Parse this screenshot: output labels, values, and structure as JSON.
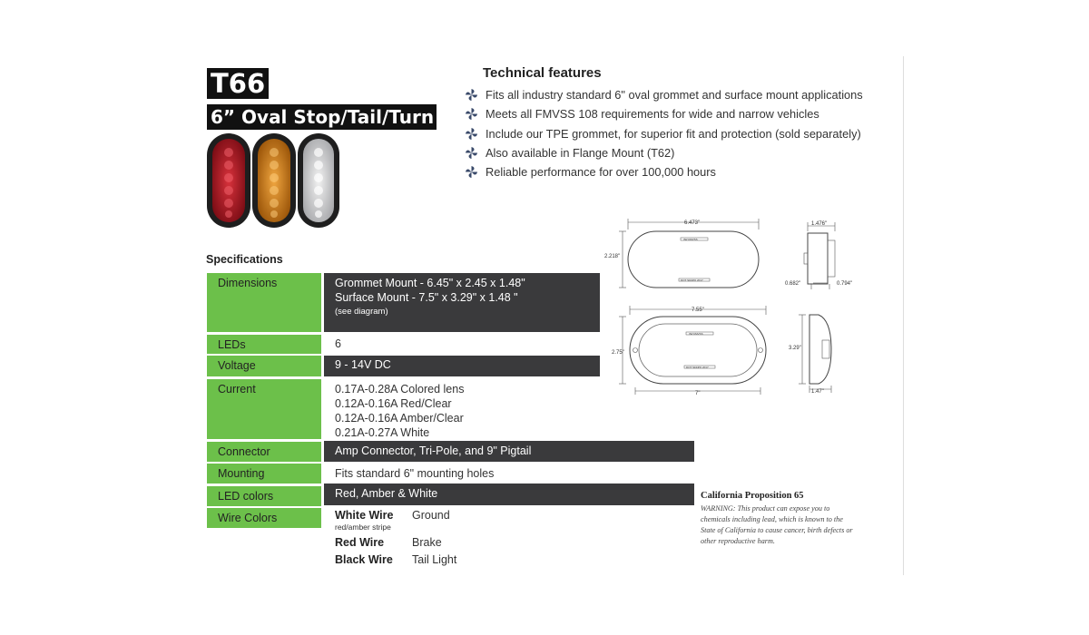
{
  "header": {
    "model": "T66",
    "product": "6” Oval Stop/Tail/Turn"
  },
  "technical_features": {
    "title": "Technical features",
    "icon": "pinwheel-bullet-icon",
    "items": [
      "Fits all industry standard 6\" oval grommet and surface mount applications",
      "Meets all FMVSS 108 requirements for wide and narrow vehicles",
      "Include our TPE grommet, for superior fit and protection (sold separately)",
      "Also available in Flange Mount (T62)",
      "Reliable performance for over 100,000 hours"
    ]
  },
  "specifications": {
    "title": "Specifications",
    "dimensions": {
      "label": "Dimensions",
      "line1": "Grommet Mount - 6.45\" x 2.45 x 1.48\"",
      "line2": "Surface Mount - 7.5\" x 3.29\" x 1.48 \"",
      "note": "(see diagram)"
    },
    "leds": {
      "label": "LEDs",
      "value": "6"
    },
    "voltage": {
      "label": "Voltage",
      "value": "9 - 14V DC"
    },
    "current": {
      "label": "Current",
      "lines": [
        "0.17A-0.28A Colored lens",
        "0.12A-0.16A Red/Clear",
        "0.12A-0.16A Amber/Clear",
        "0.21A-0.27A White"
      ]
    },
    "connector": {
      "label": "Connector",
      "value": "Amp Connector, Tri-Pole, and 9\" Pigtail"
    },
    "mounting": {
      "label": "Mounting",
      "value": "Fits standard 6\" mounting holes"
    },
    "led_colors": {
      "label": "LED colors",
      "value": "Red, Amber & White"
    },
    "wire_colors": {
      "label": "Wire Colors",
      "wires": [
        {
          "name": "White Wire",
          "note": "red/amber stripe",
          "function": "Ground"
        },
        {
          "name": "Red Wire",
          "note": "",
          "function": "Brake"
        },
        {
          "name": "Black Wire",
          "note": "",
          "function": "Tail Light"
        }
      ]
    }
  },
  "diagram": {
    "grommet": {
      "width": "6.473\"",
      "height": "2.218\"",
      "lens_top": "3W FMVSS",
      "lens_bottom": "DOT SFFPO 2017"
    },
    "grommet_side": {
      "depth": "1.476\"",
      "left": "0.682\"",
      "right": "0.794\""
    },
    "surface": {
      "outer_width": "7.55\"",
      "height": "2.75\"",
      "inner_width": "7\"",
      "lens_top": "3W FMVSS",
      "lens_bottom": "DOT SFFPO 2017"
    },
    "surface_side": {
      "height": "3.29\"",
      "depth": "1.47\""
    }
  },
  "prop65": {
    "title": "California Proposition 65",
    "warning": "WARNING: This product can expose you to chemicals including lead, which is known to the State of California to cause cancer, birth defects or other reproductive harm."
  },
  "colors": {
    "label_green": "#6cc04a",
    "dark_band": "#3a3a3c",
    "header_black": "#111111",
    "light_red": "#b0202a",
    "light_amber": "#d98a1c",
    "light_clear": "#cfd0d2"
  }
}
